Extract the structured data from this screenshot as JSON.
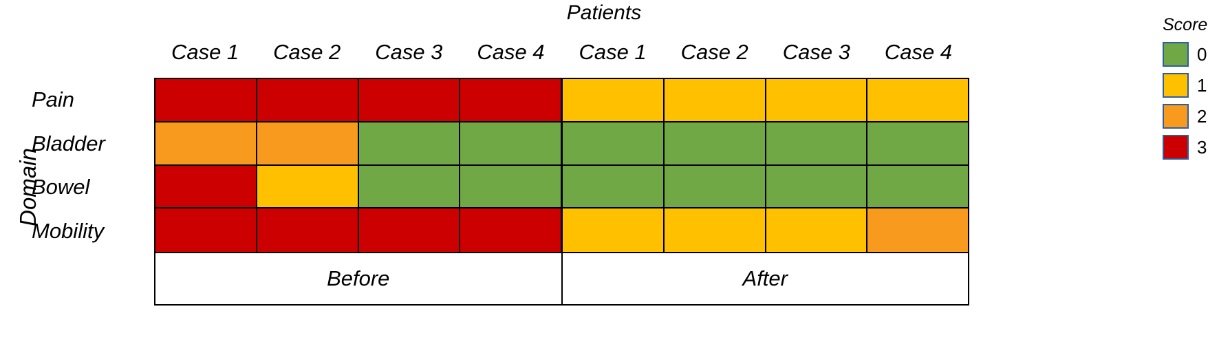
{
  "figure": {
    "top_title": "Patients",
    "y_axis_label": "Domain"
  },
  "legend": {
    "title": "Score",
    "border_color": "#2E5E9E",
    "items": [
      {
        "label": "0",
        "color": "#70A845",
        "swatch_name": "legend-swatch-score-0"
      },
      {
        "label": "1",
        "color": "#FFC000",
        "swatch_name": "legend-swatch-score-1"
      },
      {
        "label": "2",
        "color": "#F79A1E",
        "swatch_name": "legend-swatch-score-2"
      },
      {
        "label": "3",
        "color": "#CC0000",
        "swatch_name": "legend-swatch-score-3"
      }
    ]
  },
  "footer": {
    "groups": [
      "Before",
      "After"
    ]
  },
  "chart_data": {
    "type": "heatmap",
    "title": "Patients",
    "xlabel": "Patients",
    "ylabel": "Domain",
    "grid": true,
    "legend_position": "right",
    "colorscale": {
      "0": "#70A845",
      "1": "#FFC000",
      "2": "#F79A1E",
      "3": "#CC0000"
    },
    "column_groups": [
      "Before",
      "After"
    ],
    "categories": [
      "Case 1",
      "Case 2",
      "Case 3",
      "Case 4",
      "Case 1",
      "Case 2",
      "Case 3",
      "Case 4"
    ],
    "rows": [
      "Pain",
      "Bladder",
      "Bowel",
      "Mobility"
    ],
    "values": [
      [
        3,
        3,
        3,
        3,
        1,
        1,
        1,
        1
      ],
      [
        2,
        2,
        0,
        0,
        0,
        0,
        0,
        0
      ],
      [
        3,
        1,
        0,
        0,
        0,
        0,
        0,
        0
      ],
      [
        3,
        3,
        3,
        3,
        1,
        1,
        1,
        2
      ]
    ],
    "series": [
      {
        "name": "Pain",
        "values": [
          3,
          3,
          3,
          3,
          1,
          1,
          1,
          1
        ]
      },
      {
        "name": "Bladder",
        "values": [
          2,
          2,
          0,
          0,
          0,
          0,
          0,
          0
        ]
      },
      {
        "name": "Bowel",
        "values": [
          3,
          1,
          0,
          0,
          0,
          0,
          0,
          0
        ]
      },
      {
        "name": "Mobility",
        "values": [
          3,
          3,
          3,
          3,
          1,
          1,
          1,
          2
        ]
      }
    ],
    "zlim": [
      0,
      3
    ]
  }
}
